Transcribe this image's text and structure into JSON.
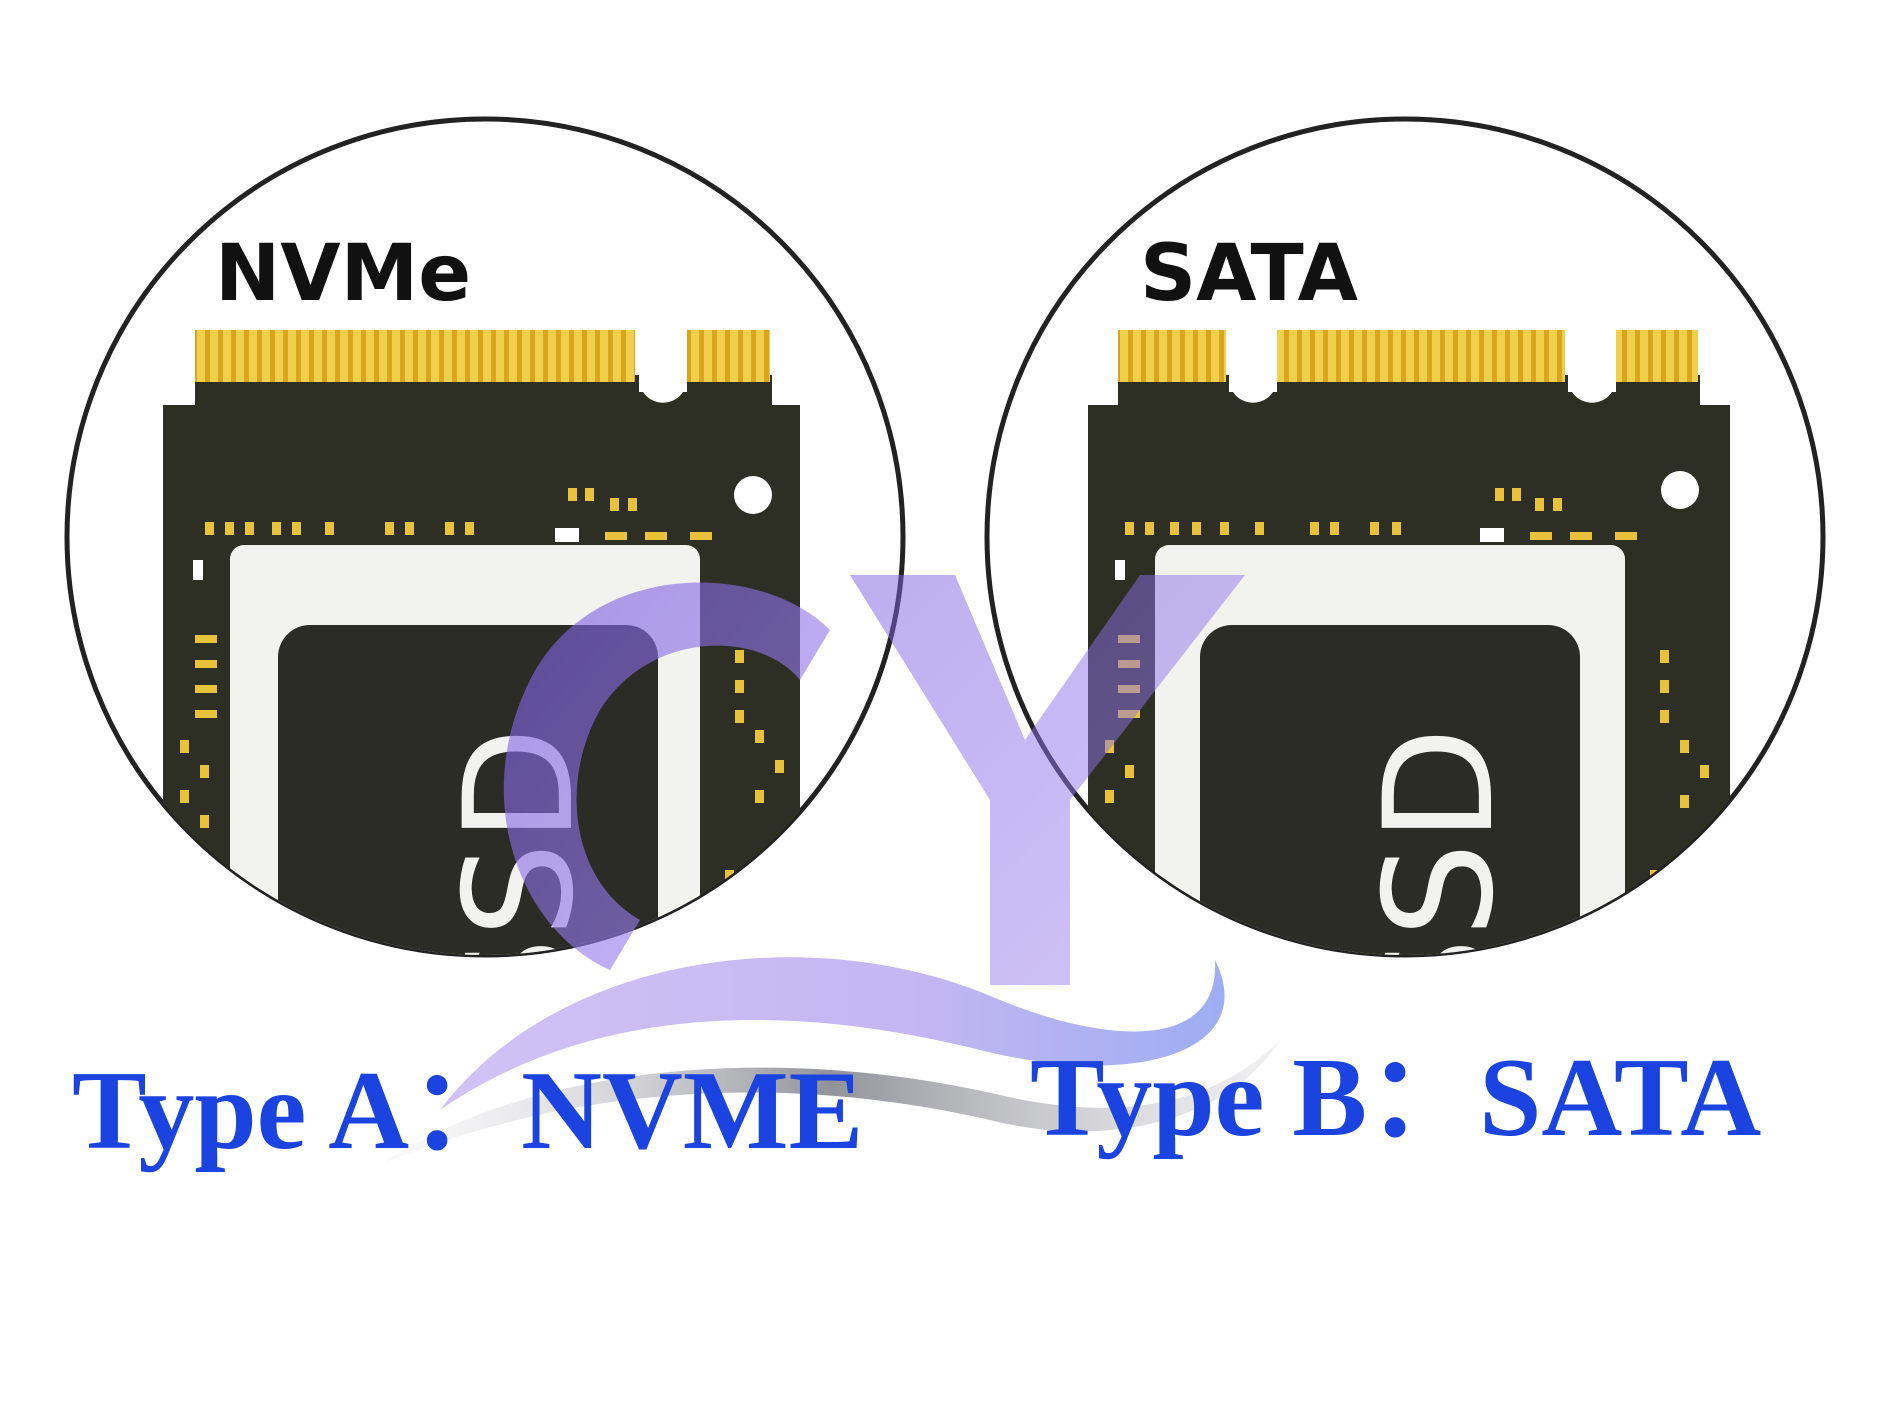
{
  "nvme_panel": {
    "title": "NVMe",
    "chip_label": "SSD",
    "caption": "Type A：NVME"
  },
  "sata_panel": {
    "title": "SATA",
    "chip_label": "SSD",
    "caption": "Type B：SATA"
  },
  "watermark": {
    "text": "CY"
  },
  "colors": {
    "caption": "#1a43e0",
    "pcb": "#2d2f24",
    "gold_contact": "#e8c23a",
    "chip_body": "#2b2c26",
    "chip_outline": "#f2f2ee",
    "watermark": "#8a70e6"
  }
}
